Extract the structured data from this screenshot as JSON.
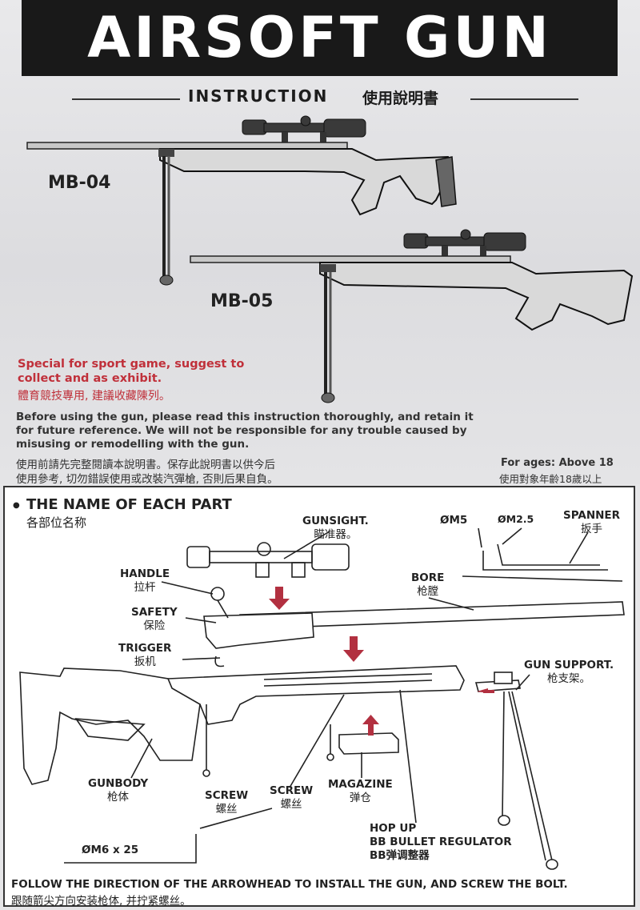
{
  "header": {
    "title": "AIRSOFT GUN",
    "instruction_en": "INSTRUCTION",
    "instruction_cn": "使用說明書"
  },
  "models": [
    "MB-04",
    "MB-05"
  ],
  "notice": {
    "red_en_line1": "Special for sport game, suggest to",
    "red_en_line2": "collect and as exhibit.",
    "red_cn": "體育競技專用, 建議收藏陳列。",
    "warning_en_line1": "Before using the gun, please read this instruction thoroughly, and retain it",
    "warning_en_line2": "for future reference.  We will not be responsible for any trouble caused by",
    "warning_en_line3": "misusing or remodelling with the gun.",
    "warning_cn_line1": "使用前請先完整閱讀本說明書。保存此說明書以供今后",
    "warning_cn_line2": "使用參考, 切勿錯誤使用或改裝汽彈槍, 否則后果自負。",
    "ages_en": "For ages: Above 18",
    "ages_cn": "使用對象年齡18歲以上"
  },
  "parts_section": {
    "title_en": "THE NAME OF EACH PART",
    "title_cn": "各部位名称",
    "labels": {
      "gunsight_en": "GUNSIGHT.",
      "gunsight_cn": "瞄准器。",
      "m5": "ØM5",
      "m25": "ØM2.5",
      "spanner_en": "SPANNER",
      "spanner_cn": "扳手",
      "handle_en": "HANDLE",
      "handle_cn": "拉杆",
      "bore_en": "BORE",
      "bore_cn": "枪膛",
      "safety_en": "SAFETY",
      "safety_cn": "保险",
      "trigger_en": "TRIGGER",
      "trigger_cn": "扳机",
      "gunsupport_en": "GUN SUPPORT.",
      "gunsupport_cn": "枪支架。",
      "gunbody_en": "GUNBODY",
      "gunbody_cn": "枪体",
      "screw1_en": "SCREW",
      "screw1_cn": "螺丝",
      "screw2_en": "SCREW",
      "screw2_cn": "螺丝",
      "magazine_en": "MAGAZINE",
      "magazine_cn": "弹仓",
      "hopup_line1": "HOP UP",
      "hopup_line2": "BB BULLET REGULATOR",
      "hopup_line3": "BB弹调整器",
      "m6x25": "ØM6 x 25"
    },
    "footer_en": "FOLLOW THE DIRECTION OF THE ARROWHEAD TO INSTALL THE GUN, AND SCREW THE BOLT.",
    "footer_cn": "跟随箭尖方向安装枪体, 并拧紧螺丝。"
  },
  "colors": {
    "red": "#c0303a",
    "banner": "#191919",
    "arrow": "#b23040"
  }
}
